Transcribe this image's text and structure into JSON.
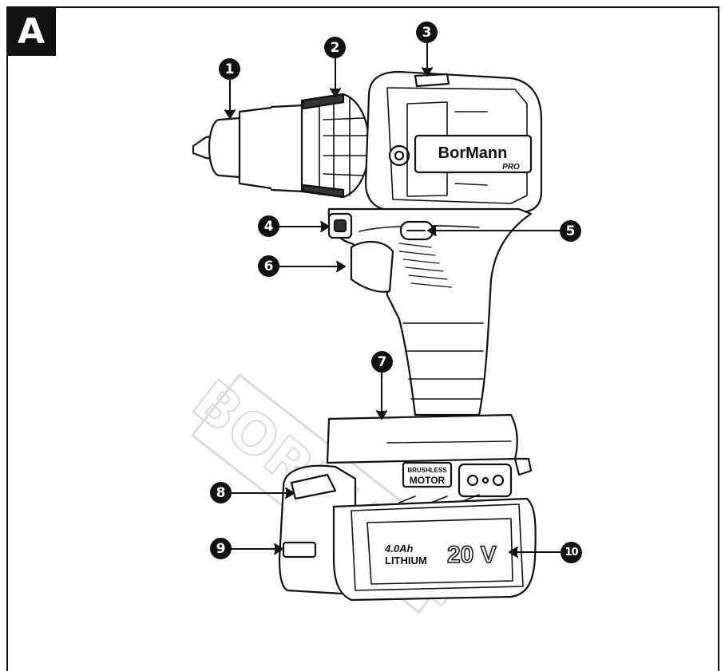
{
  "figure_letter": "A",
  "callouts": [
    "1",
    "2",
    "3",
    "4",
    "5",
    "6",
    "7",
    "8",
    "9",
    "10"
  ],
  "drill": {
    "brand": "BorMann",
    "brand_sub": "PRO",
    "motor_badge_line1": "BRUSHLESS",
    "motor_badge_line2": "MOTOR",
    "battery_capacity": "4.0Ah",
    "battery_type": "LITHIUM",
    "battery_voltage": "20 V"
  },
  "watermark": "BORMANN"
}
